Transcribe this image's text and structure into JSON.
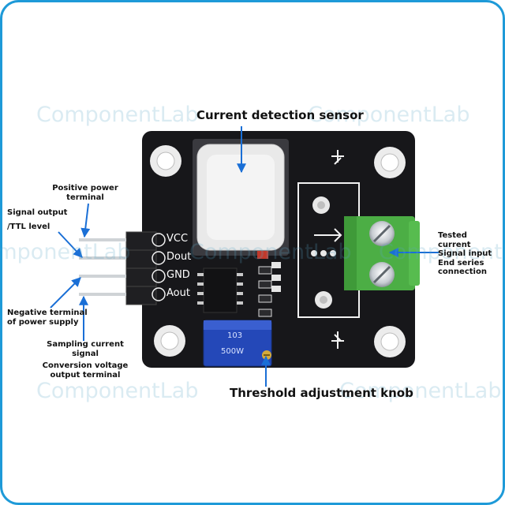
{
  "image": {
    "watermark": "ComponentLab",
    "pin_labels": [
      "VCC",
      "Dout",
      "GND",
      "Aout"
    ],
    "potentiometer_marking": [
      "103",
      "500W"
    ],
    "callouts": {
      "current_sensor": "Current detection sensor",
      "threshold_knob": "Threshold adjustment knob",
      "positive_power": [
        "Positive power",
        "terminal"
      ],
      "signal_output": [
        "Signal output",
        "/TTL level"
      ],
      "negative_power": [
        "Negative terminal",
        "of power supply"
      ],
      "sampling_current": [
        "Sampling current",
        "signal"
      ],
      "conversion_voltage": [
        "Conversion voltage",
        "output terminal"
      ],
      "tested_current": [
        "Tested",
        "current",
        "Signal input",
        "End series",
        "connection"
      ]
    },
    "colors": {
      "board": "#17171a",
      "terminal_block": "#4cae45",
      "potentiometer": "#2448b8",
      "arrow": "#1a6fd6",
      "frame": "#1e9ad8"
    }
  }
}
